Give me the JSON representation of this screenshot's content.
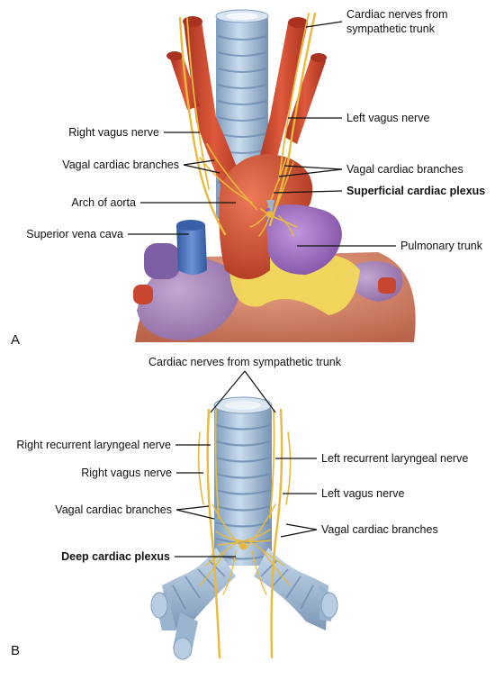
{
  "panel_a": {
    "letter": "A",
    "labels": {
      "cardiac_nerves_line1": "Cardiac nerves from",
      "cardiac_nerves_line2": "sympathetic trunk",
      "right_vagus": "Right vagus nerve",
      "left_vagus": "Left vagus nerve",
      "vagal_cardiac_left": "Vagal cardiac branches",
      "vagal_cardiac_right": "Vagal cardiac branches",
      "arch_of_aorta": "Arch of aorta",
      "superficial_plexus": "Superficial cardiac plexus",
      "superior_vena_cava": "Superior vena cava",
      "pulmonary_trunk": "Pulmonary trunk"
    }
  },
  "panel_b": {
    "letter": "B",
    "labels": {
      "cardiac_nerves": "Cardiac nerves from sympathetic trunk",
      "right_recurrent": "Right recurrent laryngeal nerve",
      "left_recurrent": "Left recurrent laryngeal nerve",
      "right_vagus": "Right vagus nerve",
      "left_vagus": "Left vagus nerve",
      "vagal_cardiac_left": "Vagal cardiac branches",
      "vagal_cardiac_right": "Vagal cardiac branches",
      "deep_plexus": "Deep cardiac plexus"
    }
  },
  "colors": {
    "artery": "#c8452f",
    "artery_light": "#e06a4c",
    "vein": "#4e78c4",
    "pulmonary": "#a070c0",
    "trachea": "#a9c3dd",
    "trachea_ring": "#7f9dbd",
    "nerve": "#e8b93c",
    "fat": "#f2d85a",
    "heart": "#d98868",
    "atrium": "#a787b8"
  }
}
